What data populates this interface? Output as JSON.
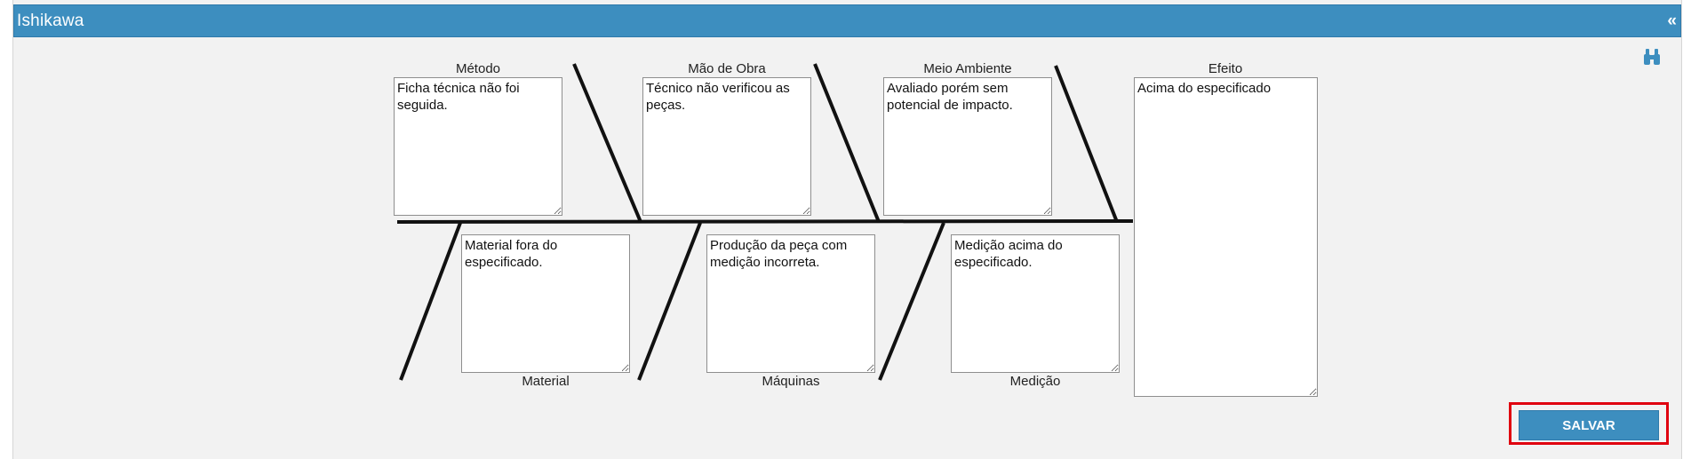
{
  "header": {
    "title": "Ishikawa",
    "collapse_glyph": "«"
  },
  "icons": {
    "search": "binoculars-icon",
    "collapse": "double-chevron-left-icon"
  },
  "colors": {
    "header_bg": "#3d8ebf",
    "button_bg": "#3d8ebf",
    "highlight": "#e0000f"
  },
  "categories": {
    "metodo": {
      "label": "Método",
      "value": "Ficha técnica não foi seguida."
    },
    "mao_de_obra": {
      "label": "Mão de Obra",
      "value": "Técnico não verificou as peças."
    },
    "meio_ambiente": {
      "label": "Meio Ambiente",
      "value": "Avaliado porém sem potencial de impacto."
    },
    "material": {
      "label": "Material",
      "value": "Material fora do especificado."
    },
    "maquinas": {
      "label": "Máquinas",
      "value": "Produção da peça com medição incorreta."
    },
    "medicao": {
      "label": "Medição",
      "value": "Medição acima do especificado."
    }
  },
  "effect": {
    "label": "Efeito",
    "value": "Acima do especificado"
  },
  "actions": {
    "save_label": "SALVAR"
  }
}
